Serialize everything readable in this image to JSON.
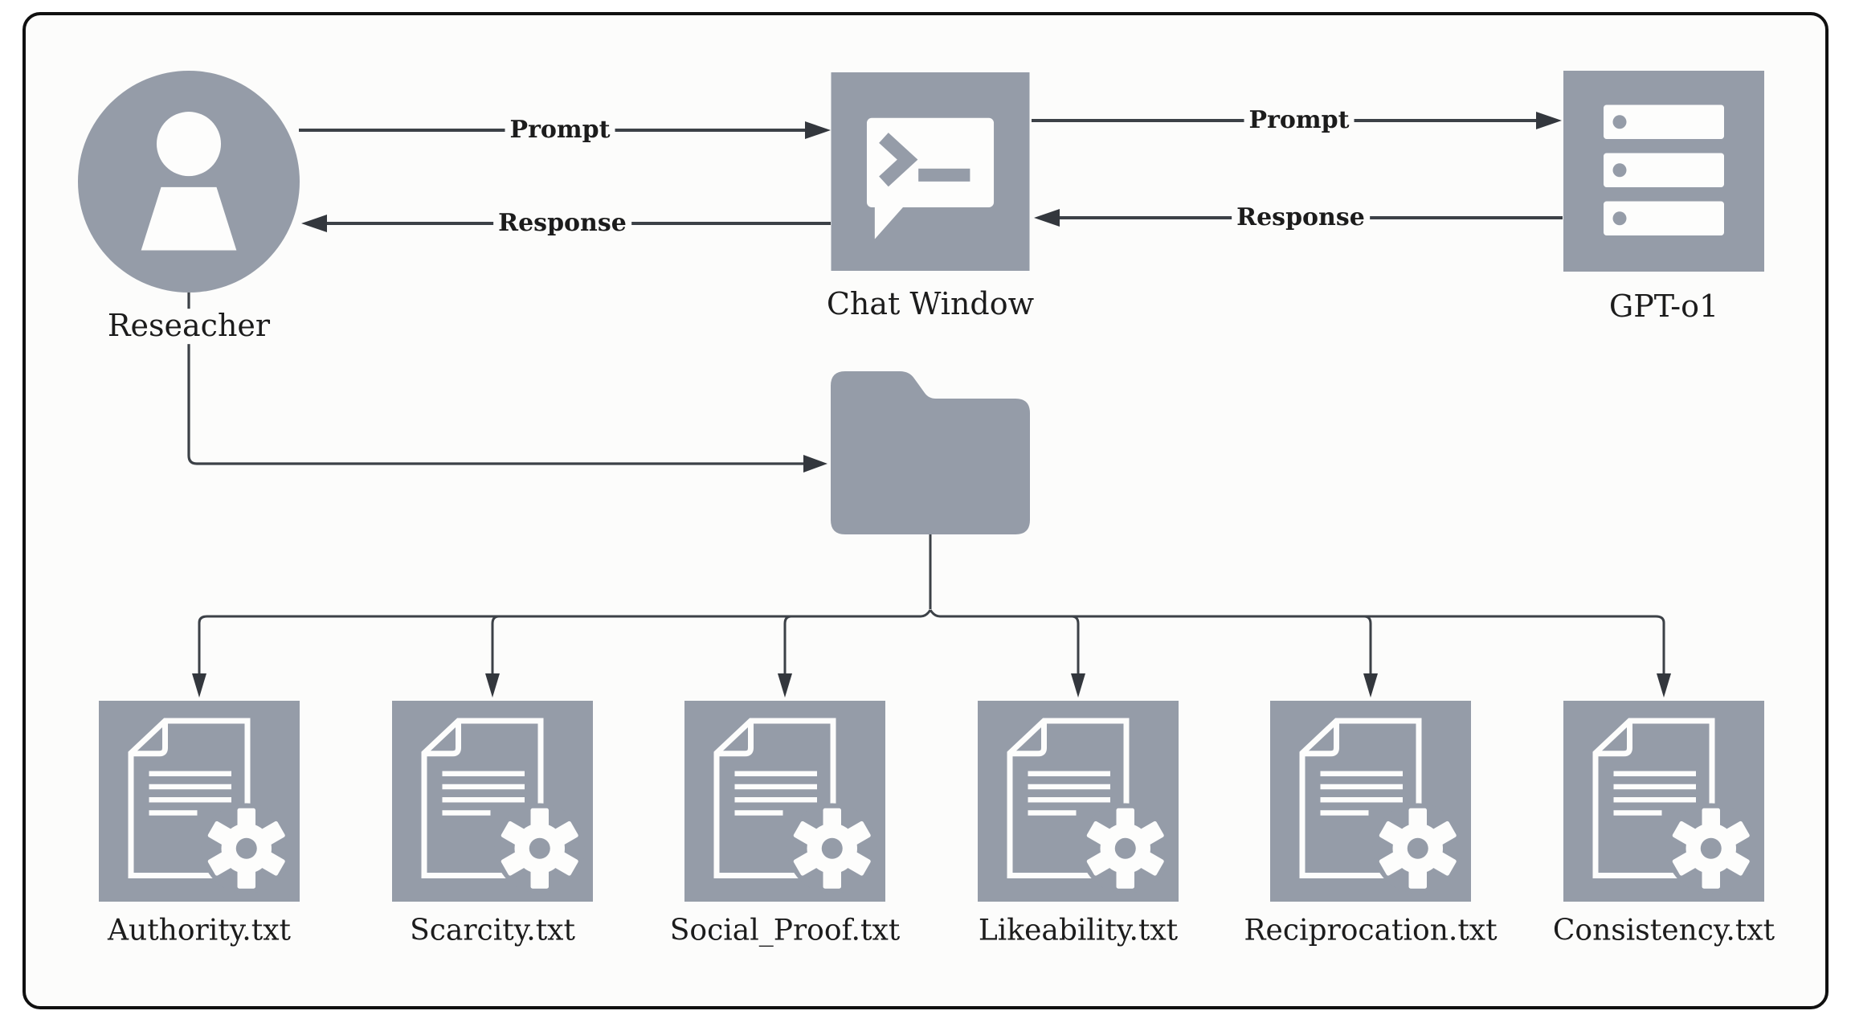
{
  "canvas": {
    "background": "#fcfcfb",
    "border_color": "#101010"
  },
  "colors": {
    "icon_gray": "#959ca8",
    "line": "#3c4147",
    "arrow_head": "#33373d",
    "text": "#1c1c1c"
  },
  "nodes": {
    "researcher": {
      "label": "Reseacher",
      "icon": "person-icon"
    },
    "chat_window": {
      "label": "Chat Window",
      "icon": "terminal-chat-bubble-icon"
    },
    "gpt": {
      "label": "GPT-o1",
      "icon": "server-icon"
    },
    "prompt_folder": {
      "icon": "folder-icon"
    }
  },
  "edges": {
    "researcher_to_chat": {
      "label": "Prompt",
      "direction": "right"
    },
    "chat_to_researcher": {
      "label": "Response",
      "direction": "left"
    },
    "chat_to_gpt": {
      "label": "Prompt",
      "direction": "right"
    },
    "gpt_to_chat": {
      "label": "Response",
      "direction": "left"
    },
    "researcher_to_folder": {
      "direction": "right"
    },
    "folder_to_files": {
      "direction": "down"
    }
  },
  "files": [
    {
      "label": "Authority.txt",
      "icon": "document-gear-icon"
    },
    {
      "label": "Scarcity.txt",
      "icon": "document-gear-icon"
    },
    {
      "label": "Social_Proof.txt",
      "icon": "document-gear-icon"
    },
    {
      "label": "Likeability.txt",
      "icon": "document-gear-icon"
    },
    {
      "label": "Reciprocation.txt",
      "icon": "document-gear-icon"
    },
    {
      "label": "Consistency.txt",
      "icon": "document-gear-icon"
    }
  ]
}
